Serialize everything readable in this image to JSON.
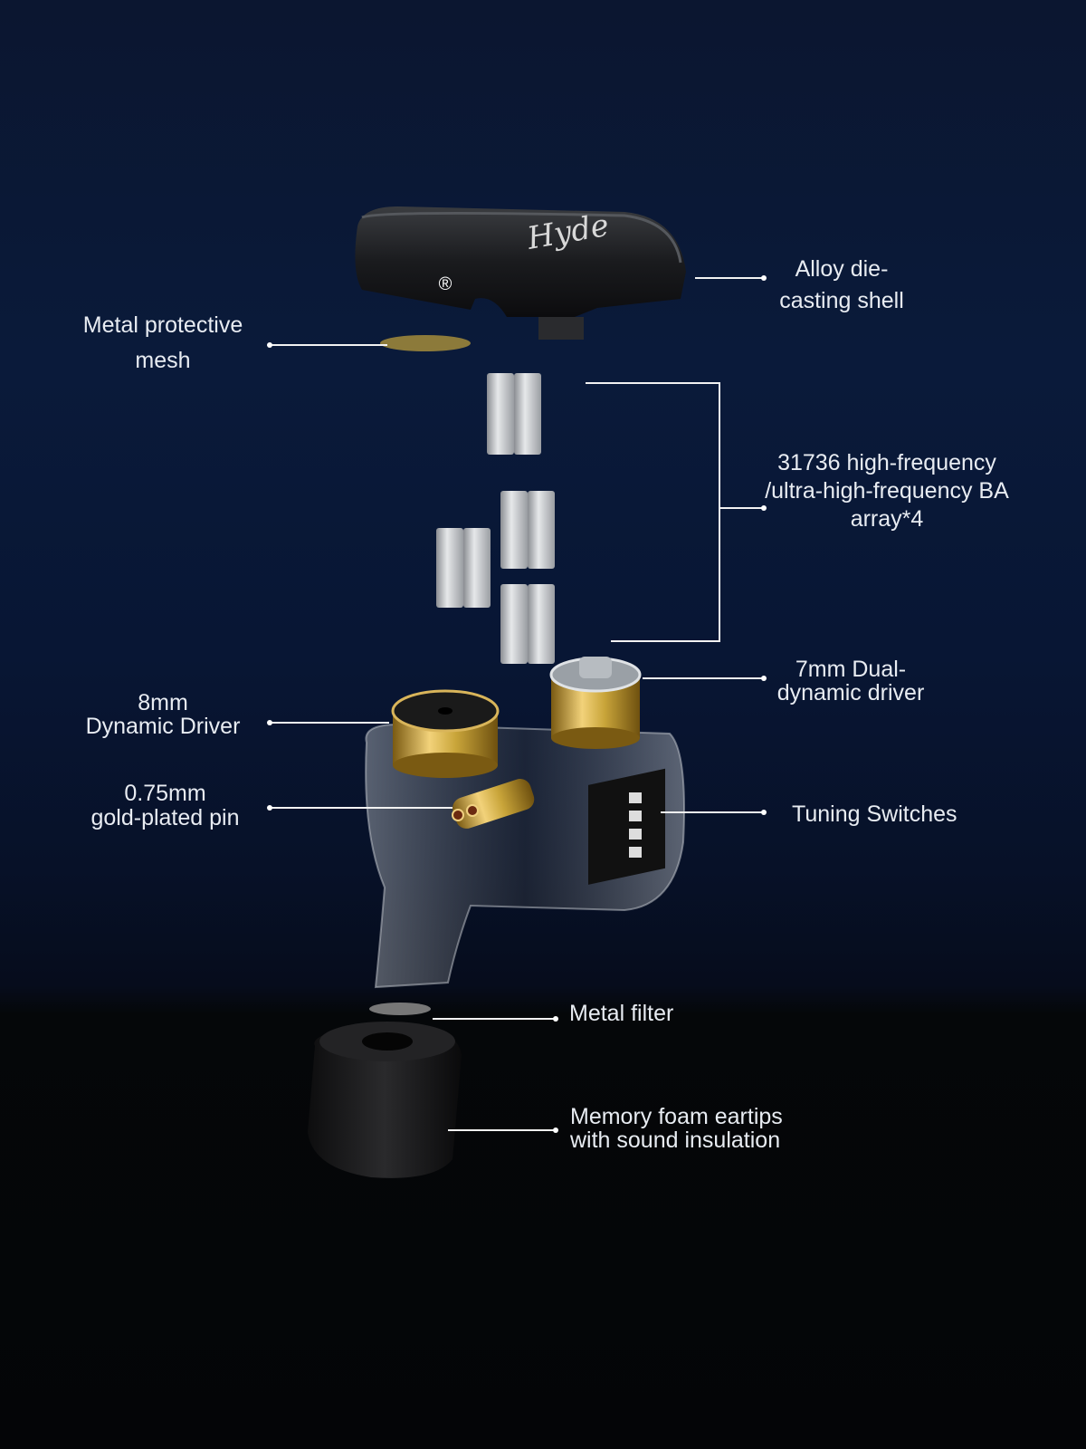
{
  "components": {
    "shell": {
      "lines": [
        "Alloy die-",
        "casting shell"
      ]
    },
    "mesh": {
      "lines": [
        "Metal protective",
        "mesh"
      ]
    },
    "ba_array": {
      "lines": [
        "31736 high-frequency",
        "/ultra-high-frequency BA",
        "array*4"
      ],
      "print": "31736"
    },
    "dual_driver": {
      "lines": [
        "7mm Dual-",
        "dynamic driver"
      ]
    },
    "dynamic_driver": {
      "lines": [
        "8mm",
        "Dynamic Driver"
      ]
    },
    "pin": {
      "lines": [
        "0.75mm",
        "gold-plated pin"
      ]
    },
    "switches": {
      "lines": [
        "Tuning Switches"
      ]
    },
    "filter": {
      "lines": [
        "Metal filter"
      ]
    },
    "eartips": {
      "lines": [
        "Memory foam eartips",
        "with sound insulation"
      ]
    }
  },
  "colors": {
    "gold": "#c9a53a",
    "shell": "#1c1d20",
    "accent_line": "#f2f2f2"
  },
  "logo_text": "Hyde",
  "registered_mark": "®"
}
